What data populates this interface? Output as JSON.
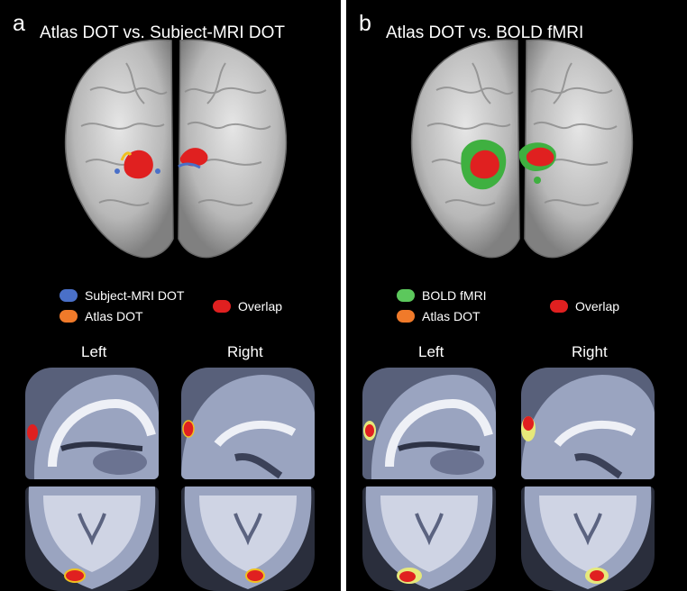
{
  "panels": [
    {
      "letter": "a",
      "title": "Atlas DOT vs. Subject-MRI DOT",
      "legend": [
        {
          "label": "Subject-MRI DOT",
          "color": "#4a70c8"
        },
        {
          "label": "Atlas DOT",
          "color": "#f07a2a"
        },
        {
          "label": "Overlap",
          "color": "#e02020"
        }
      ],
      "left_label": "Left",
      "right_label": "Right"
    },
    {
      "letter": "b",
      "title": "Atlas DOT vs. BOLD fMRI",
      "legend": [
        {
          "label": "BOLD fMRI",
          "color": "#5cc85c"
        },
        {
          "label": "Atlas DOT",
          "color": "#f07a2a"
        },
        {
          "label": "Overlap",
          "color": "#e02020"
        }
      ],
      "left_label": "Left",
      "right_label": "Right"
    }
  ]
}
